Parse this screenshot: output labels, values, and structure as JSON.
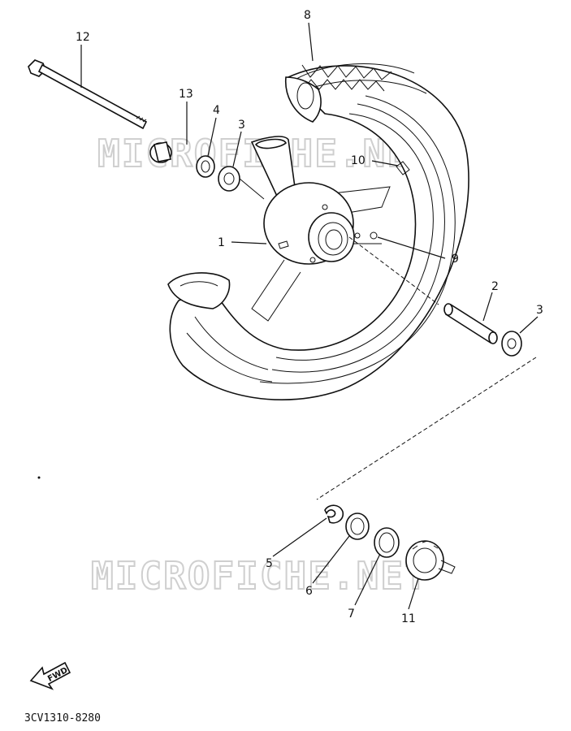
{
  "watermark": {
    "text": "MICROFICHE.NET"
  },
  "diagram_code": "3CV1310-8280",
  "forward_label": "FWD",
  "callouts": {
    "c1": "1",
    "c2": "2",
    "c3a": "3",
    "c3b": "3",
    "c4": "4",
    "c5": "5",
    "c6": "6",
    "c7": "7",
    "c8": "8",
    "c9": "9",
    "c10": "10",
    "c11": "11",
    "c12": "12",
    "c13": "13"
  }
}
